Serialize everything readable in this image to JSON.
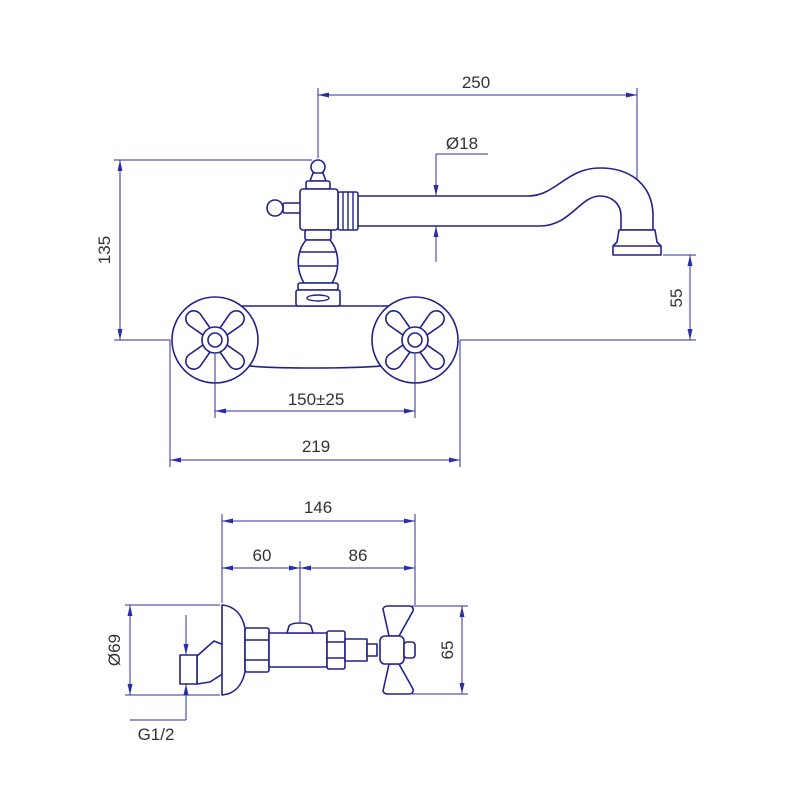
{
  "colors": {
    "outline": "#22228a",
    "dimension": "#2c2ca6",
    "text": "#333333"
  },
  "front_view": {
    "spout_reach": "250",
    "spout_diameter": "Ø18",
    "knob_height": "135",
    "outlet_height": "55",
    "inlet_centers": "150±25",
    "overall_width": "219"
  },
  "side_view": {
    "overall_depth": "146",
    "wall_to_spout": "60",
    "spout_to_handle": "86",
    "flange_diameter": "Ø69",
    "handle_span": "65",
    "inlet_thread": "G1/2"
  }
}
